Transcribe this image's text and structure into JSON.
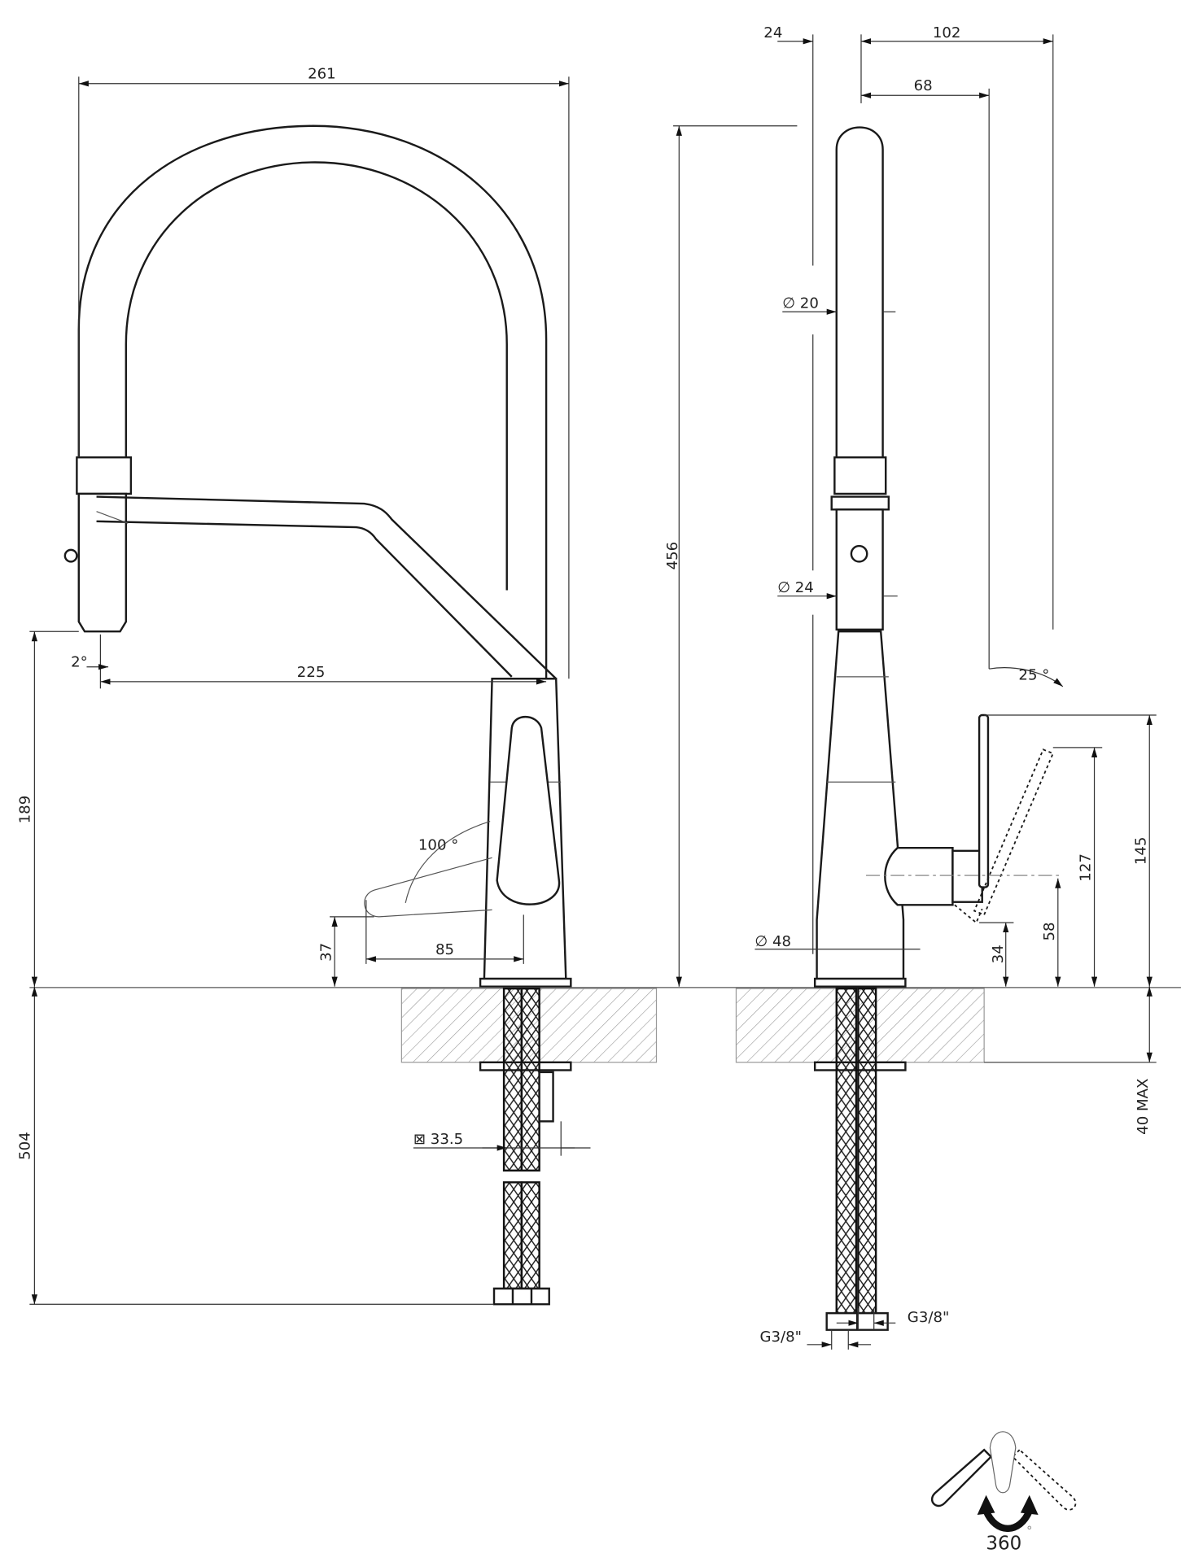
{
  "title": "Pull-down kitchen faucet dimension drawing",
  "front_view": {
    "overall_width": "261",
    "spout_reach": "225",
    "spray_angle": "2°",
    "spout_height": "189",
    "below_counter_length": "504",
    "lever_angle": "100 °",
    "lever_height": "37",
    "lever_reach": "85",
    "mounting_hole": "⊠ 33.5"
  },
  "side_view": {
    "offset_top_left": "24",
    "offset_top_total": "102",
    "handle_offset": "68",
    "overall_height": "456",
    "spout_diameter": "∅ 20",
    "head_diameter": "∅ 24",
    "base_diameter": "∅ 48",
    "lever_tilt": "25 °",
    "lever_top_height": "145",
    "lever_tilt_height": "127",
    "handle_center_height": "58",
    "handle_bottom_height": "34",
    "counter_thickness": "40 MAX",
    "inlet_left": "G3/8\"",
    "inlet_right": "G3/8\""
  },
  "rotation_icon": {
    "label": "360",
    "degree": "°"
  }
}
